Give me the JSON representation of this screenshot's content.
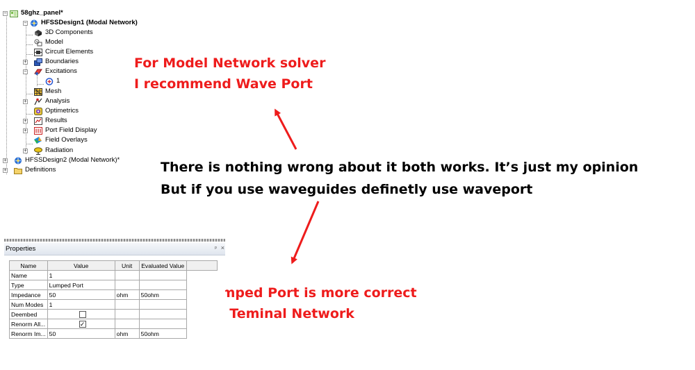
{
  "tree": {
    "items": [
      {
        "label": "58ghz_panel*",
        "bold": true,
        "icon": "project-icon",
        "expander": "−"
      },
      {
        "label": "HFSSDesign1 (Modal Network)",
        "bold": true,
        "icon": "hfss-design-icon",
        "expander": "−"
      },
      {
        "label": "3D Components",
        "icon": "3d-components-icon"
      },
      {
        "label": "Model",
        "icon": "model-icon"
      },
      {
        "label": "Circuit Elements",
        "icon": "circuit-elements-icon"
      },
      {
        "label": "Boundaries",
        "icon": "boundaries-icon",
        "expander": "+"
      },
      {
        "label": "Excitations",
        "icon": "excitations-icon",
        "expander": "−"
      },
      {
        "label": "1",
        "icon": "port-icon"
      },
      {
        "label": "Mesh",
        "icon": "mesh-icon"
      },
      {
        "label": "Analysis",
        "icon": "analysis-icon",
        "expander": "+"
      },
      {
        "label": "Optimetrics",
        "icon": "optimetrics-icon"
      },
      {
        "label": "Results",
        "icon": "results-icon",
        "expander": "+"
      },
      {
        "label": "Port Field Display",
        "icon": "port-field-display-icon",
        "expander": "+"
      },
      {
        "label": "Field Overlays",
        "icon": "field-overlays-icon"
      },
      {
        "label": "Radiation",
        "icon": "radiation-icon",
        "expander": "+"
      },
      {
        "label": "HFSSDesign2 (Modal Network)*",
        "icon": "hfss-design-icon",
        "expander": "+"
      },
      {
        "label": "Definitions",
        "icon": "folder-icon",
        "expander": "+"
      }
    ]
  },
  "notes": {
    "top_red_line1": "For Model Network solver",
    "top_red_line2": "I recommend Wave Port",
    "middle_line1": "There is nothing wrong about it both works. It’s just my opinion",
    "middle_line2": "But if you use waveguides definetly use waveport",
    "bottom_red_line1": "Lumped Port is more correct",
    "bottom_red_line2": "for Teminal Network"
  },
  "colors": {
    "annotation_red": "#ee1c1c",
    "arrow_red": "#ee1c1c"
  },
  "properties": {
    "title": "Properties",
    "pin_icon": "pin-icon",
    "close_icon": "close-icon",
    "pin_glyph": "ᵖ",
    "close_glyph": "×",
    "columns": [
      "Name",
      "Value",
      "Unit",
      "Evaluated Value"
    ],
    "rows": [
      {
        "name": "Name",
        "value": "1",
        "unit": "",
        "evaluated": ""
      },
      {
        "name": "Type",
        "value": "Lumped Port",
        "unit": "",
        "evaluated": ""
      },
      {
        "name": "Impedance",
        "value": "50",
        "unit": "ohm",
        "evaluated": "50ohm"
      },
      {
        "name": "Num Modes",
        "value": "1",
        "unit": "",
        "evaluated": ""
      },
      {
        "name": "Deembed",
        "value": "",
        "checkbox": false,
        "unit": "",
        "evaluated": ""
      },
      {
        "name": "Renorm All...",
        "value": "",
        "checkbox": true,
        "check_glyph": "✓",
        "unit": "",
        "evaluated": ""
      },
      {
        "name": "Renorm Im...",
        "value": "50",
        "unit": "ohm",
        "evaluated": "50ohm"
      }
    ]
  }
}
